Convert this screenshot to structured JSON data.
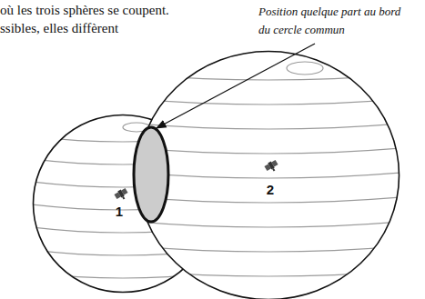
{
  "diagram": {
    "nodes": [
      {
        "text": [
          "1"
        ]
      },
      {
        "text": [
          "2"
        ]
      }
    ],
    "labels": [
      "où les trois sphères se coupent.",
      "ssibles, elles diffèrent",
      "Position quelque part au bord du cercle commun"
    ]
  }
}
